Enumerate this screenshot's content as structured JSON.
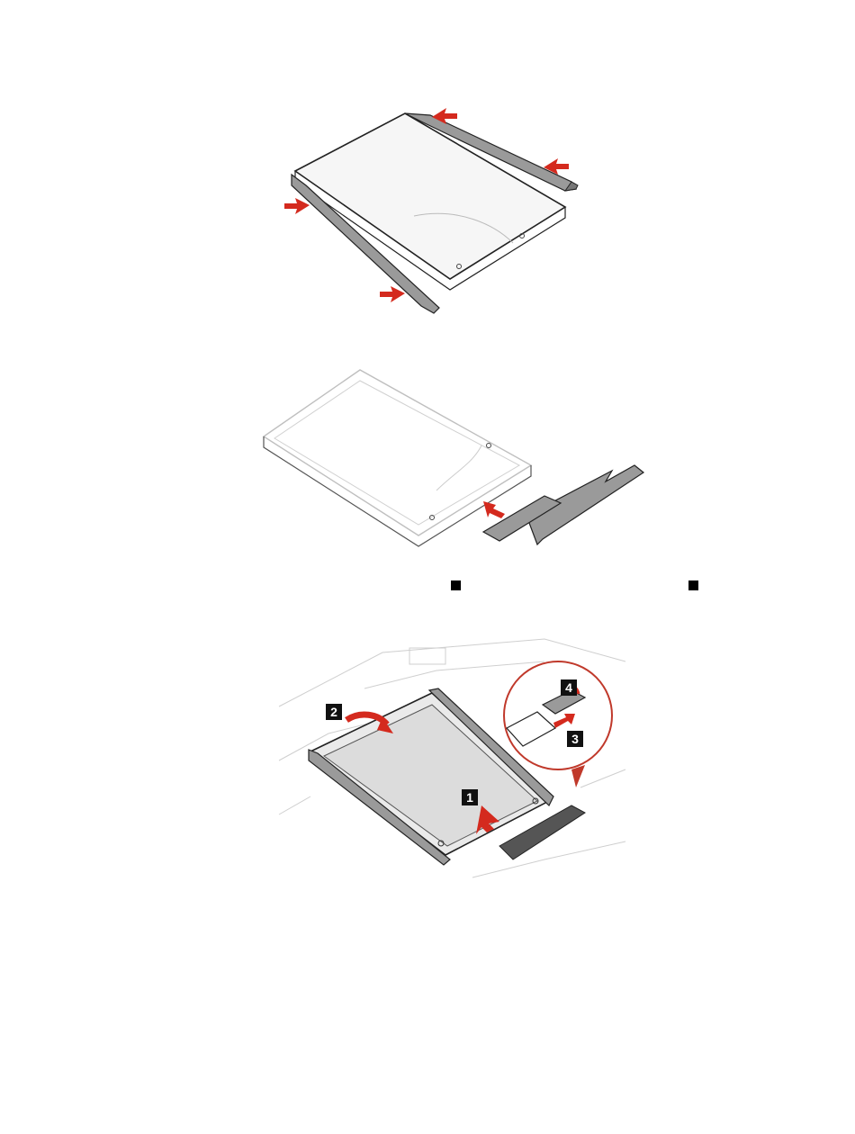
{
  "page": {
    "background": "#ffffff"
  },
  "colors": {
    "arrow": "#d42a1e",
    "line": "#222222",
    "light_line": "#bfbfbf",
    "bracket": "#9a9a9a",
    "badge": "#111111"
  },
  "figure1": {
    "icon": "hdd-bracket-install-illustration"
  },
  "figure2": {
    "icon": "hdd-cable-connect-illustration"
  },
  "figure3": {
    "icon": "hdd-install-bay-illustration",
    "callouts": {
      "step1": "1",
      "step2": "2",
      "step3": "3",
      "step4": "4"
    }
  }
}
